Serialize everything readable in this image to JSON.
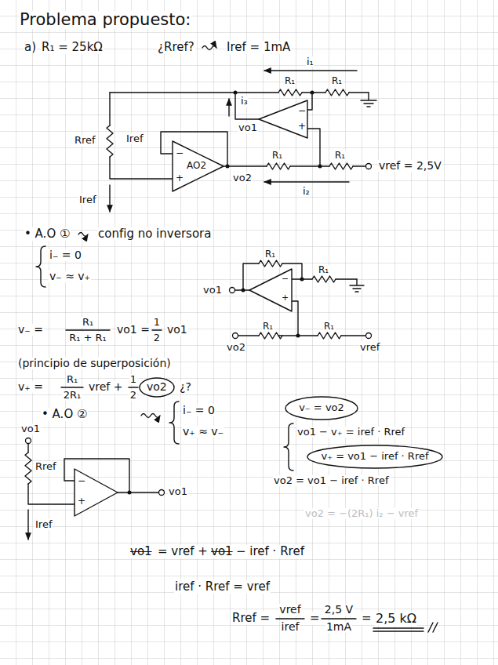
{
  "diagram": {
    "title": "Problema propuesto:",
    "nodes": [
      {
        "text": [
          "−",
          "+"
        ]
      },
      {
        "text": [
          "−",
          "AO2",
          "+"
        ]
      },
      {
        "text": [
          "−",
          "+"
        ]
      },
      {
        "text": [
          "v₋ = vo2"
        ]
      },
      {
        "text": [
          "v₊ = vo1 − iref · Rref"
        ]
      },
      {
        "text": [
          "−",
          "+"
        ]
      }
    ],
    "labels": [
      "a)",
      "R₁ = 25kΩ",
      "¿Rref?",
      "Iref = 1mA",
      "i₁",
      "R₁",
      "R₁",
      "i₃",
      "vo1",
      "Iref",
      "Rref",
      "R₁",
      "R₁",
      "vref = 2,5V",
      "vo2",
      "i₂",
      "Iref",
      "• A.O ①",
      "config no inversora",
      "i₋ = 0",
      "v₋ ≈ v₊",
      "R₁",
      "R₁",
      "vo1",
      "R₁",
      "R₁",
      "vo2",
      "vref",
      "v₋ =",
      "R₁",
      "R₁ + R₁",
      "vo1 =",
      "1",
      "2",
      "vo1",
      "(principio de superposición)",
      "v₊ =",
      "R₁",
      "2R₁",
      "vref +",
      "1",
      "2",
      "vo2",
      "¿?",
      "• A.O ②",
      "i₋ = 0",
      "v₊ ≈ v₋",
      "vo1 − v₊ = iref · Rref",
      "vo2 = vo1 − iref · Rref",
      "vo2 = −(2R₁) i₂ − vref",
      "vo1",
      "Rref",
      "Iref",
      "vo1",
      "vo1",
      "= vref +",
      "vo1",
      "− iref · Rref",
      "iref · Rref = vref",
      "Rref =",
      "vref",
      "iref",
      "=",
      "2,5 V",
      "1mA",
      "=",
      "2,5 kΩ"
    ]
  }
}
